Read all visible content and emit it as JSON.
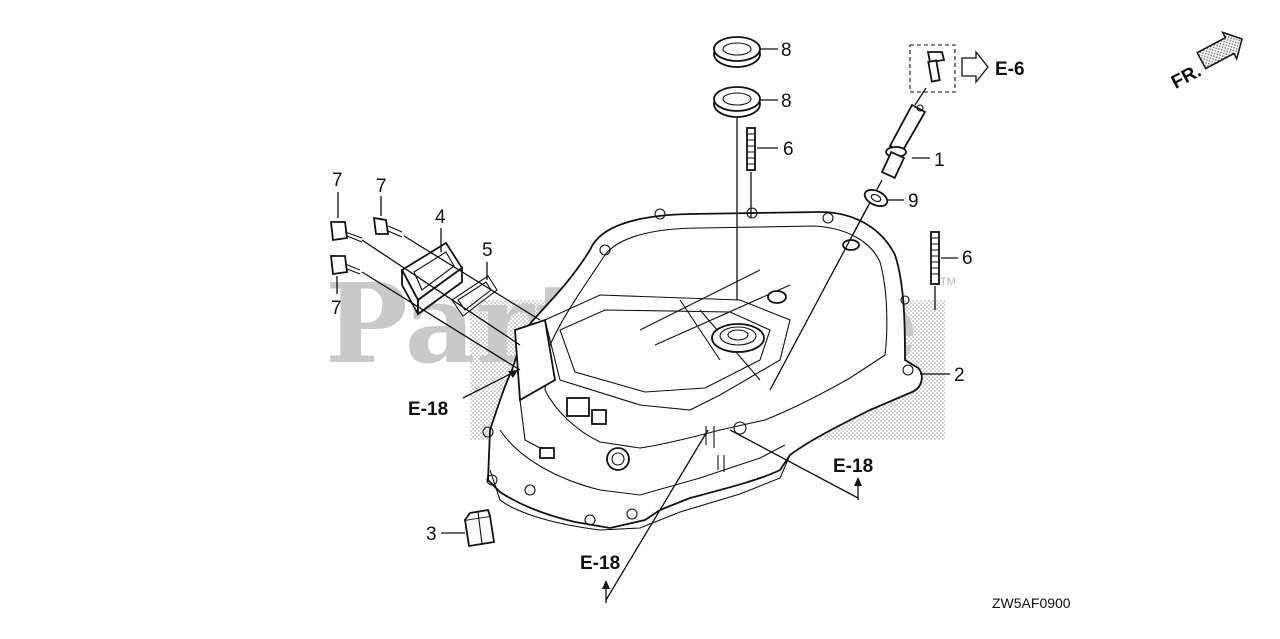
{
  "watermark": {
    "text": "PartsTree",
    "trademark": "TM"
  },
  "orientation": {
    "label": "FR."
  },
  "callouts": {
    "c1": "1",
    "c2": "2",
    "c3": "3",
    "c4": "4",
    "c5": "5",
    "c6a": "6",
    "c6b": "6",
    "c7a": "7",
    "c7b": "7",
    "c7c": "7",
    "c8a": "8",
    "c8b": "8",
    "c9": "9"
  },
  "references": {
    "e6": "E-6",
    "e18_left": "E-18",
    "e18_right": "E-18",
    "e18_bottom": "E-18"
  },
  "diagram_code": "ZW5AF0900",
  "icons": [
    "front-direction-arrow-icon",
    "reference-arrow-icon"
  ]
}
